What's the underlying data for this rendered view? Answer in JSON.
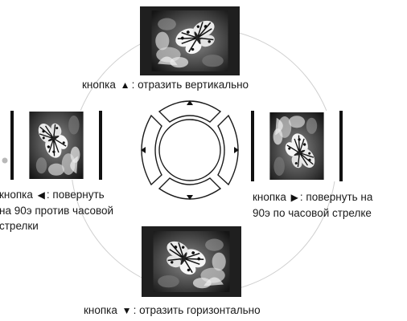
{
  "captions": {
    "top": {
      "prefix": "кнопка",
      "arrow_icon": "up-triangle-icon",
      "glyph": "▲",
      "suffix": ": отразить вертикально"
    },
    "bottom": {
      "prefix": "кнопка",
      "arrow_icon": "down-triangle-icon",
      "glyph": "▼",
      "suffix": ": отразить горизонтально"
    },
    "left": {
      "prefix": "кнопка",
      "arrow_icon": "left-triangle-icon",
      "glyph": "◀",
      "line1_suffix": ": повернуть",
      "line2": "на 90э против часовой",
      "line3": "стрелки"
    },
    "right": {
      "prefix": "кнопка",
      "arrow_icon": "right-triangle-icon",
      "glyph": "▶",
      "line1_suffix": ": повернуть на",
      "line2": "90э по часовой стрелке"
    }
  },
  "image_subject": "butterfly-photo",
  "colors": {
    "circle_stroke": "#cfcfcf",
    "dpad_stroke": "#1a1a1a",
    "photo_bg": "#2a2a2a"
  }
}
